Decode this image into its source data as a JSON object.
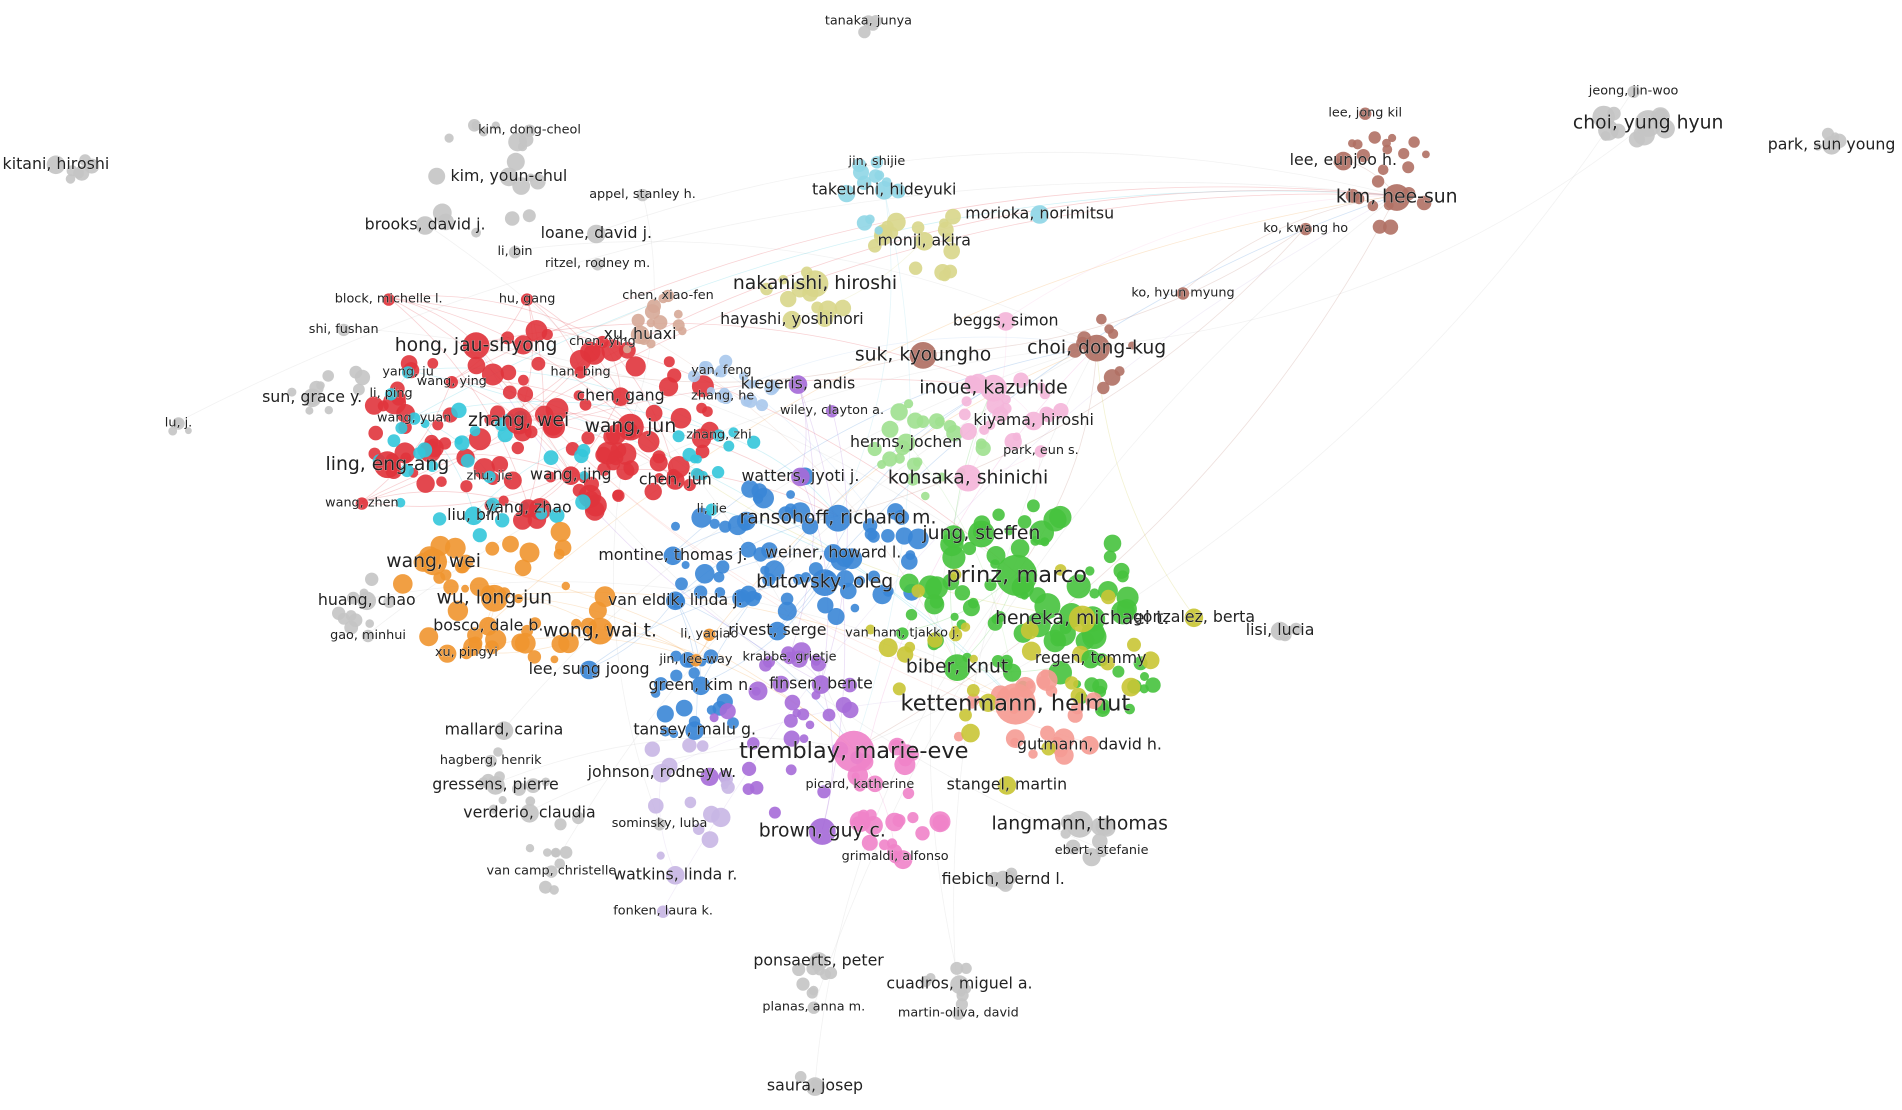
{
  "colors": {
    "red": "#e0343c",
    "cyan": "#33c6da",
    "orange": "#f0952f",
    "blue": "#3a86d6",
    "green": "#46c23d",
    "pink": "#ef83c9",
    "salmon": "#f59b93",
    "yellow": "#c9c535",
    "purple": "#a66bd8",
    "brown": "#b07064",
    "lightblue": "#a9c8ec",
    "lightgreen": "#9fe08f",
    "lightpink": "#f4b5d9",
    "lavender": "#c8b6e4",
    "tan": "#d6a997",
    "lightcyan": "#8fd6e6",
    "olive": "#d8d68a",
    "grey": "#c4c4c4"
  },
  "authors": [
    {
      "id": "tanaka",
      "label": "tanaka, junya",
      "weight": 1,
      "cluster": "grey"
    },
    {
      "id": "jeong",
      "label": "jeong, jin-woo",
      "weight": 1,
      "cluster": "grey"
    },
    {
      "id": "choiyh",
      "label": "choi, yung hyun",
      "weight": 3,
      "cluster": "grey"
    },
    {
      "id": "parksy",
      "label": "park, sun young",
      "weight": 2,
      "cluster": "grey"
    },
    {
      "id": "kitani",
      "label": "kitani, hiroshi",
      "weight": 2,
      "cluster": "grey"
    },
    {
      "id": "kimdc",
      "label": "kim, dong-cheol",
      "weight": 1,
      "cluster": "grey"
    },
    {
      "id": "kimyc",
      "label": "kim, youn-chul",
      "weight": 2,
      "cluster": "grey"
    },
    {
      "id": "appel",
      "label": "appel, stanley h.",
      "weight": 1,
      "cluster": "grey"
    },
    {
      "id": "brooks",
      "label": "brooks, david j.",
      "weight": 2,
      "cluster": "grey"
    },
    {
      "id": "loane",
      "label": "loane, david j.",
      "weight": 2,
      "cluster": "grey"
    },
    {
      "id": "libin",
      "label": "li, bin",
      "weight": 1,
      "cluster": "grey"
    },
    {
      "id": "ritzel",
      "label": "ritzel, rodney m.",
      "weight": 1,
      "cluster": "grey"
    },
    {
      "id": "chenxf",
      "label": "chen, xiao-fen",
      "weight": 1,
      "cluster": "tan"
    },
    {
      "id": "block",
      "label": "block, michelle l.",
      "weight": 1,
      "cluster": "red"
    },
    {
      "id": "hugang",
      "label": "hu, gang",
      "weight": 1,
      "cluster": "red"
    },
    {
      "id": "shi",
      "label": "shi, fushan",
      "weight": 1,
      "cluster": "grey"
    },
    {
      "id": "hong",
      "label": "hong, jau-shyong",
      "weight": 3,
      "cluster": "red"
    },
    {
      "id": "chenying",
      "label": "chen, ying",
      "weight": 1,
      "cluster": "red"
    },
    {
      "id": "xuhuaxi",
      "label": "xu, huaxi",
      "weight": 2,
      "cluster": "tan"
    },
    {
      "id": "yangju",
      "label": "yang, ju",
      "weight": 1,
      "cluster": "cyan"
    },
    {
      "id": "lipang",
      "label": "li, ping",
      "weight": 1,
      "cluster": "cyan"
    },
    {
      "id": "sungy",
      "label": "sun, grace y.",
      "weight": 2,
      "cluster": "grey"
    },
    {
      "id": "hanbing",
      "label": "han, bing",
      "weight": 1,
      "cluster": "red"
    },
    {
      "id": "wangying",
      "label": "wang, ying",
      "weight": 1,
      "cluster": "red"
    },
    {
      "id": "chengang",
      "label": "chen, gang",
      "weight": 2,
      "cluster": "red"
    },
    {
      "id": "yanfeng",
      "label": "yan, feng",
      "weight": 1,
      "cluster": "lightblue"
    },
    {
      "id": "zhanghe",
      "label": "zhang, he",
      "weight": 1,
      "cluster": "lightblue"
    },
    {
      "id": "luj",
      "label": "lu, j.",
      "weight": 1,
      "cluster": "grey"
    },
    {
      "id": "zhangwei",
      "label": "zhang, wei",
      "weight": 3,
      "cluster": "red"
    },
    {
      "id": "wangjun",
      "label": "wang, jun",
      "weight": 3,
      "cluster": "red"
    },
    {
      "id": "wangyuan",
      "label": "wang, yuan",
      "weight": 1,
      "cluster": "cyan"
    },
    {
      "id": "zhangzhi",
      "label": "zhang, zhi",
      "weight": 1,
      "cluster": "cyan"
    },
    {
      "id": "ling",
      "label": "ling, eng-ang",
      "weight": 3,
      "cluster": "red"
    },
    {
      "id": "zhujie",
      "label": "zhu, jie",
      "weight": 1,
      "cluster": "cyan"
    },
    {
      "id": "wangjing",
      "label": "wang, jing",
      "weight": 2,
      "cluster": "red"
    },
    {
      "id": "chenjun",
      "label": "chen, jun",
      "weight": 2,
      "cluster": "red"
    },
    {
      "id": "wangzhen",
      "label": "wang, zhen",
      "weight": 1,
      "cluster": "red"
    },
    {
      "id": "yangzhao",
      "label": "yang, zhao",
      "weight": 2,
      "cluster": "red"
    },
    {
      "id": "lijie",
      "label": "li, jie",
      "weight": 1,
      "cluster": "cyan"
    },
    {
      "id": "liubin",
      "label": "liu, bin",
      "weight": 2,
      "cluster": "cyan"
    },
    {
      "id": "wangwei",
      "label": "wang, wei",
      "weight": 3,
      "cluster": "orange"
    },
    {
      "id": "montine",
      "label": "montine, thomas j.",
      "weight": 2,
      "cluster": "blue"
    },
    {
      "id": "huangchao",
      "label": "huang, chao",
      "weight": 2,
      "cluster": "grey"
    },
    {
      "id": "wulj",
      "label": "wu, long-jun",
      "weight": 3,
      "cluster": "orange"
    },
    {
      "id": "vaneldik",
      "label": "van eldik, linda j.",
      "weight": 2,
      "cluster": "blue"
    },
    {
      "id": "gaominhui",
      "label": "gao, minhui",
      "weight": 1,
      "cluster": "grey"
    },
    {
      "id": "bosco",
      "label": "bosco, dale b.",
      "weight": 2,
      "cluster": "orange"
    },
    {
      "id": "wongwai",
      "label": "wong, wai t.",
      "weight": 3,
      "cluster": "orange"
    },
    {
      "id": "lisi",
      "label": "lisi, lucia",
      "weight": 2,
      "cluster": "grey"
    },
    {
      "id": "xupingyi",
      "label": "xu, pingyi",
      "weight": 1,
      "cluster": "orange"
    },
    {
      "id": "leesj",
      "label": "lee, sung joong",
      "weight": 2,
      "cluster": "blue"
    },
    {
      "id": "mallard",
      "label": "mallard, carina",
      "weight": 2,
      "cluster": "grey"
    },
    {
      "id": "hagberg",
      "label": "hagberg, henrik",
      "weight": 1,
      "cluster": "grey"
    },
    {
      "id": "gressens",
      "label": "gressens, pierre",
      "weight": 2,
      "cluster": "grey"
    },
    {
      "id": "verderio",
      "label": "verderio, claudia",
      "weight": 2,
      "cluster": "grey"
    },
    {
      "id": "sominsky",
      "label": "sominsky, luba",
      "weight": 1,
      "cluster": "grey"
    },
    {
      "id": "vancamp",
      "label": "van camp, christelle",
      "weight": 1,
      "cluster": "grey"
    },
    {
      "id": "watkins",
      "label": "watkins, linda r.",
      "weight": 2,
      "cluster": "lavender"
    },
    {
      "id": "fonken",
      "label": "fonken, laura k.",
      "weight": 1,
      "cluster": "lavender"
    },
    {
      "id": "ponsaerts",
      "label": "ponsaerts, peter",
      "weight": 2,
      "cluster": "grey"
    },
    {
      "id": "cuadros",
      "label": "cuadros, miguel a.",
      "weight": 2,
      "cluster": "grey"
    },
    {
      "id": "planas",
      "label": "planas, anna m.",
      "weight": 1,
      "cluster": "grey"
    },
    {
      "id": "martin",
      "label": "martin-oliva, david",
      "weight": 1,
      "cluster": "grey"
    },
    {
      "id": "saura",
      "label": "saura, josep",
      "weight": 2,
      "cluster": "grey"
    },
    {
      "id": "leejk",
      "label": "lee, jong kil",
      "weight": 1,
      "cluster": "brown"
    },
    {
      "id": "leeeh",
      "label": "lee, eunjoo h.",
      "weight": 2,
      "cluster": "brown"
    },
    {
      "id": "kimhs",
      "label": "kim, hee-sun",
      "weight": 3,
      "cluster": "brown"
    },
    {
      "id": "kokh",
      "label": "ko, kwang ho",
      "weight": 1,
      "cluster": "brown"
    },
    {
      "id": "kohm",
      "label": "ko, hyun myung",
      "weight": 1,
      "cluster": "brown"
    },
    {
      "id": "choidk",
      "label": "choi, dong-kug",
      "weight": 3,
      "cluster": "brown"
    },
    {
      "id": "jinshijie",
      "label": "jin, shijie",
      "weight": 1,
      "cluster": "lightcyan"
    },
    {
      "id": "takeuchi",
      "label": "takeuchi, hideyuki",
      "weight": 2,
      "cluster": "lightcyan"
    },
    {
      "id": "morioka",
      "label": "morioka, norimitsu",
      "weight": 2,
      "cluster": "lightcyan"
    },
    {
      "id": "monji",
      "label": "monji, akira",
      "weight": 2,
      "cluster": "olive"
    },
    {
      "id": "nakanishi",
      "label": "nakanishi, hiroshi",
      "weight": 3,
      "cluster": "olive"
    },
    {
      "id": "hayashi",
      "label": "hayashi, yoshinori",
      "weight": 2,
      "cluster": "olive"
    },
    {
      "id": "beggs",
      "label": "beggs, simon",
      "weight": 2,
      "cluster": "lightpink"
    },
    {
      "id": "suk",
      "label": "suk, kyoungho",
      "weight": 3,
      "cluster": "brown"
    },
    {
      "id": "klegeris",
      "label": "klegeris, andis",
      "weight": 2,
      "cluster": "purple"
    },
    {
      "id": "inoue",
      "label": "inoue, kazuhide",
      "weight": 3,
      "cluster": "lightpink"
    },
    {
      "id": "wiley",
      "label": "wiley, clayton a.",
      "weight": 1,
      "cluster": "purple"
    },
    {
      "id": "kiyama",
      "label": "kiyama, hiroshi",
      "weight": 2,
      "cluster": "lightpink"
    },
    {
      "id": "herms",
      "label": "herms, jochen",
      "weight": 2,
      "cluster": "lightgreen"
    },
    {
      "id": "parkes",
      "label": "park, eun s.",
      "weight": 1,
      "cluster": "lightpink"
    },
    {
      "id": "kohsaka",
      "label": "kohsaka, shinichi",
      "weight": 3,
      "cluster": "lightpink"
    },
    {
      "id": "watters",
      "label": "watters, jyoti j.",
      "weight": 2,
      "cluster": "purple"
    },
    {
      "id": "ransohoff",
      "label": "ransohoff, richard m.",
      "weight": 3,
      "cluster": "blue"
    },
    {
      "id": "jung",
      "label": "jung, steffen",
      "weight": 3,
      "cluster": "green"
    },
    {
      "id": "weiner",
      "label": "weiner, howard l.",
      "weight": 2,
      "cluster": "blue"
    },
    {
      "id": "prinz",
      "label": "prinz, marco",
      "weight": 4,
      "cluster": "green"
    },
    {
      "id": "butovsky",
      "label": "butovsky, oleg",
      "weight": 3,
      "cluster": "blue"
    },
    {
      "id": "heneka",
      "label": "heneka, michael t.",
      "weight": 3,
      "cluster": "yellow"
    },
    {
      "id": "gonzalez",
      "label": "gonzalez, berta",
      "weight": 2,
      "cluster": "yellow"
    },
    {
      "id": "rivest",
      "label": "rivest, serge",
      "weight": 2,
      "cluster": "blue"
    },
    {
      "id": "yaqiao",
      "label": "li, yaqiao",
      "weight": 1,
      "cluster": "orange"
    },
    {
      "id": "vanham",
      "label": "van ham, tjakko j.",
      "weight": 1,
      "cluster": "green"
    },
    {
      "id": "jinlw",
      "label": "jin, lee-way",
      "weight": 1,
      "cluster": "orange"
    },
    {
      "id": "krabbe",
      "label": "krabbe, grietje",
      "weight": 1,
      "cluster": "purple"
    },
    {
      "id": "regen",
      "label": "regen, tommy",
      "weight": 2,
      "cluster": "green"
    },
    {
      "id": "biber",
      "label": "biber, knut",
      "weight": 3,
      "cluster": "green"
    },
    {
      "id": "greenkim",
      "label": "green, kim n.",
      "weight": 2,
      "cluster": "blue"
    },
    {
      "id": "finsen",
      "label": "finsen, bente",
      "weight": 2,
      "cluster": "purple"
    },
    {
      "id": "kettenmann",
      "label": "kettenmann, helmut",
      "weight": 4,
      "cluster": "salmon"
    },
    {
      "id": "tansey",
      "label": "tansey, malu g.",
      "weight": 2,
      "cluster": "blue"
    },
    {
      "id": "gutmann",
      "label": "gutmann, david h.",
      "weight": 2,
      "cluster": "salmon"
    },
    {
      "id": "tremblay",
      "label": "tremblay, marie-eve",
      "weight": 4,
      "cluster": "pink"
    },
    {
      "id": "johnson",
      "label": "johnson, rodney w.",
      "weight": 2,
      "cluster": "lavender"
    },
    {
      "id": "stangel",
      "label": "stangel, martin",
      "weight": 2,
      "cluster": "yellow"
    },
    {
      "id": "picard",
      "label": "picard, katherine",
      "weight": 1,
      "cluster": "pink"
    },
    {
      "id": "langmann",
      "label": "langmann, thomas",
      "weight": 3,
      "cluster": "grey"
    },
    {
      "id": "browngc",
      "label": "brown, guy c.",
      "weight": 3,
      "cluster": "purple"
    },
    {
      "id": "ebert",
      "label": "ebert, stefanie",
      "weight": 1,
      "cluster": "grey"
    },
    {
      "id": "grimaldi",
      "label": "grimaldi, alfonso",
      "weight": 1,
      "cluster": "pink"
    },
    {
      "id": "fiebich",
      "label": "fiebich, bernd l.",
      "weight": 2,
      "cluster": "grey"
    }
  ]
}
